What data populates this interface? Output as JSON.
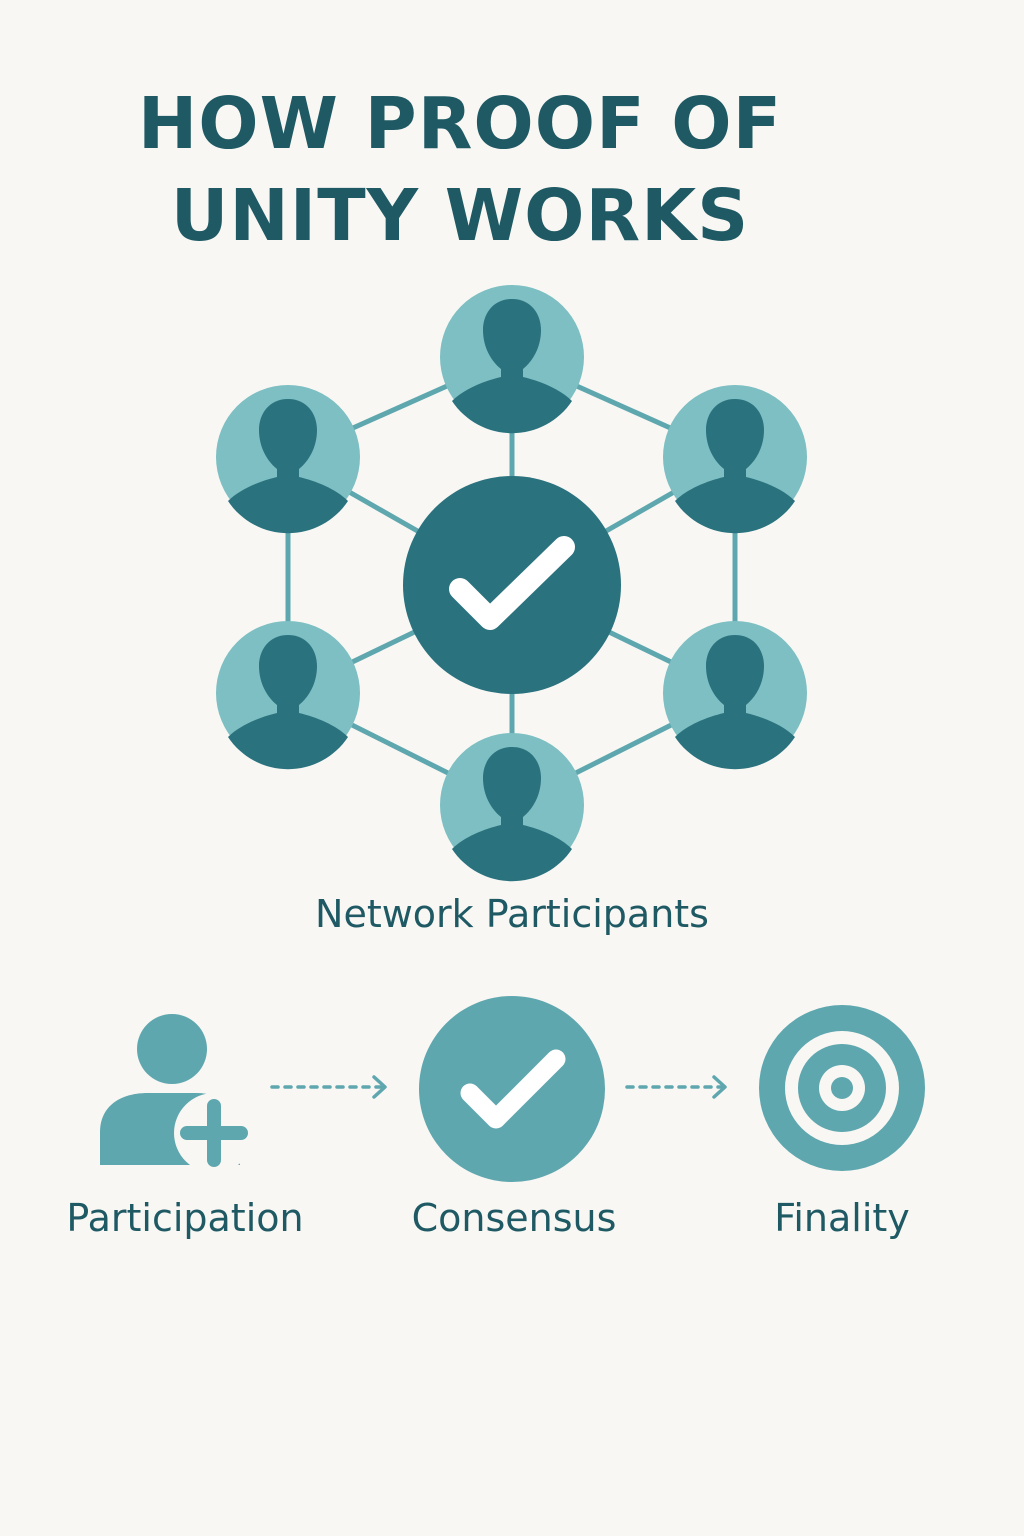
{
  "title": {
    "line1": "HOW PROOF OF",
    "line2": "UNITY WORKS"
  },
  "network": {
    "label": "Network Participants",
    "participant_icon": "person-icon",
    "center_icon": "checkmark-icon",
    "participant_count": 6
  },
  "steps": [
    {
      "label": "Participation",
      "icon": "add-user-icon"
    },
    {
      "label": "Consensus",
      "icon": "checkmark-icon"
    },
    {
      "label": "Finality",
      "icon": "target-icon"
    }
  ],
  "colors": {
    "background": "#f8f7f4",
    "title_text": "#1f5a64",
    "node_light": "#7dbfc2",
    "node_dark": "#2a727e",
    "step_icon": "#5fa7ae",
    "connector": "#5fa7ae"
  }
}
